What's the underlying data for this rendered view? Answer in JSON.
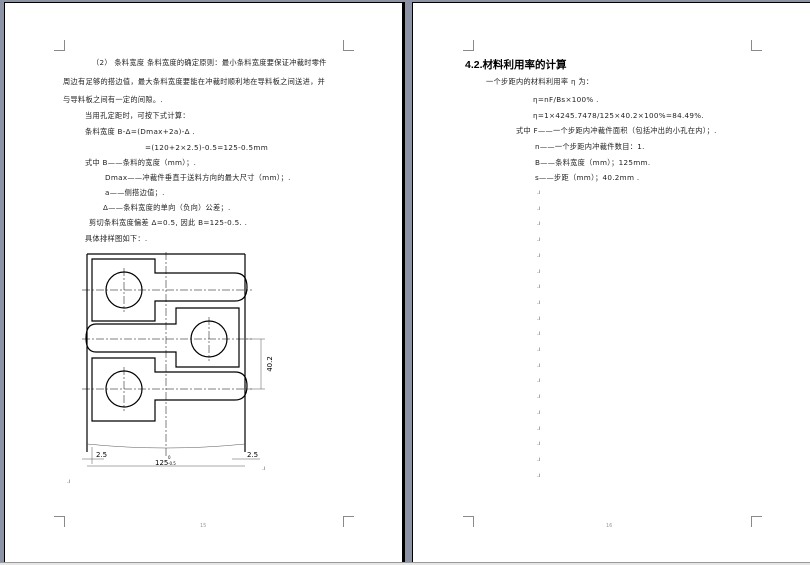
{
  "pages": [
    {
      "number": "15",
      "lines": [
        "（2） 条料宽度 条料宽度的确定原则：最小条料宽度要保证冲裁时零件",
        "周边有足够的搭边值，最大条料宽度要能在冲裁时顺利地在导料板之间送进，并",
        "与导料板之间有一定的间隙。.",
        "当用孔定距时，可按下式计算：",
        "条料宽度    B-Δ=(Dmax+2a)-Δ  .",
        "=(120+2×2.5)-0.5=125-0.5mm",
        "式中 B——条料的宽度（mm）；.",
        "Dmax——冲裁件垂直于送料方向的最大尺寸（mm）；.",
        "a——侧搭边值；.",
        "Δ——条料宽度的单向（负向）公差；.",
        "剪切条料宽度偏差 Δ=0.5, 因此 B=125-0.5. .",
        "具体排样图如下：."
      ],
      "drawing": {
        "dim_pitch": "40.2",
        "dim_left_margin": "2.5",
        "dim_right_margin": "2.5",
        "dim_width": "125",
        "dim_width_tol_upper": "0",
        "dim_width_tol_lower": "-0.5"
      }
    },
    {
      "number": "16",
      "heading": "4.2.材料利用率的计算",
      "lines": [
        "一个步距内的材料利用率 η 为：",
        "η=nF/Bs×100% .",
        "η=1×4245.7478/125×40.2×100%=84.49%.",
        "式中 F——一个步距内冲裁件面积（包括冲出的小孔在内）；.",
        "n——一个步距内冲裁件数目：1.",
        "B——条料宽度（mm）；125mm.",
        "s——步距（mm）；40.2mm ."
      ],
      "empty_paragraphs": 19
    }
  ],
  "colors": {
    "background": "#8c93a4",
    "page": "#ffffff",
    "text": "#222222",
    "crop_marks": "#8a8a8a"
  }
}
